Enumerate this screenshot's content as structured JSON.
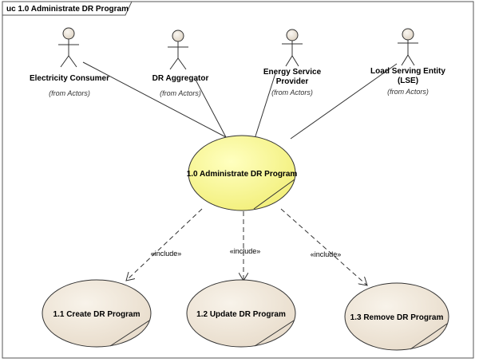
{
  "frame": {
    "title": "uc 1.0 Administrate DR Program"
  },
  "actors": [
    {
      "name": "Electricity Consumer",
      "origin": "(from Actors)"
    },
    {
      "name": "DR Aggregator",
      "origin": "(from Actors)"
    },
    {
      "name_line1": "Energy Service",
      "name_line2": "Provider",
      "origin": "(from Actors)"
    },
    {
      "name_line1": "Load Serving Entity",
      "name_line2": "(LSE)",
      "origin": "(from Actors)"
    }
  ],
  "use_cases": {
    "main": "1.0 Administrate DR Program",
    "create": "1.1 Create DR Program",
    "update": "1.2 Update DR Program",
    "remove": "1.3 Remove DR Program"
  },
  "relations": {
    "include": "«include»"
  },
  "colors": {
    "main_fill": "#ffff99",
    "sub_fill": "#efe6d6",
    "actor_head": "#ede6dc",
    "line": "#333333"
  }
}
